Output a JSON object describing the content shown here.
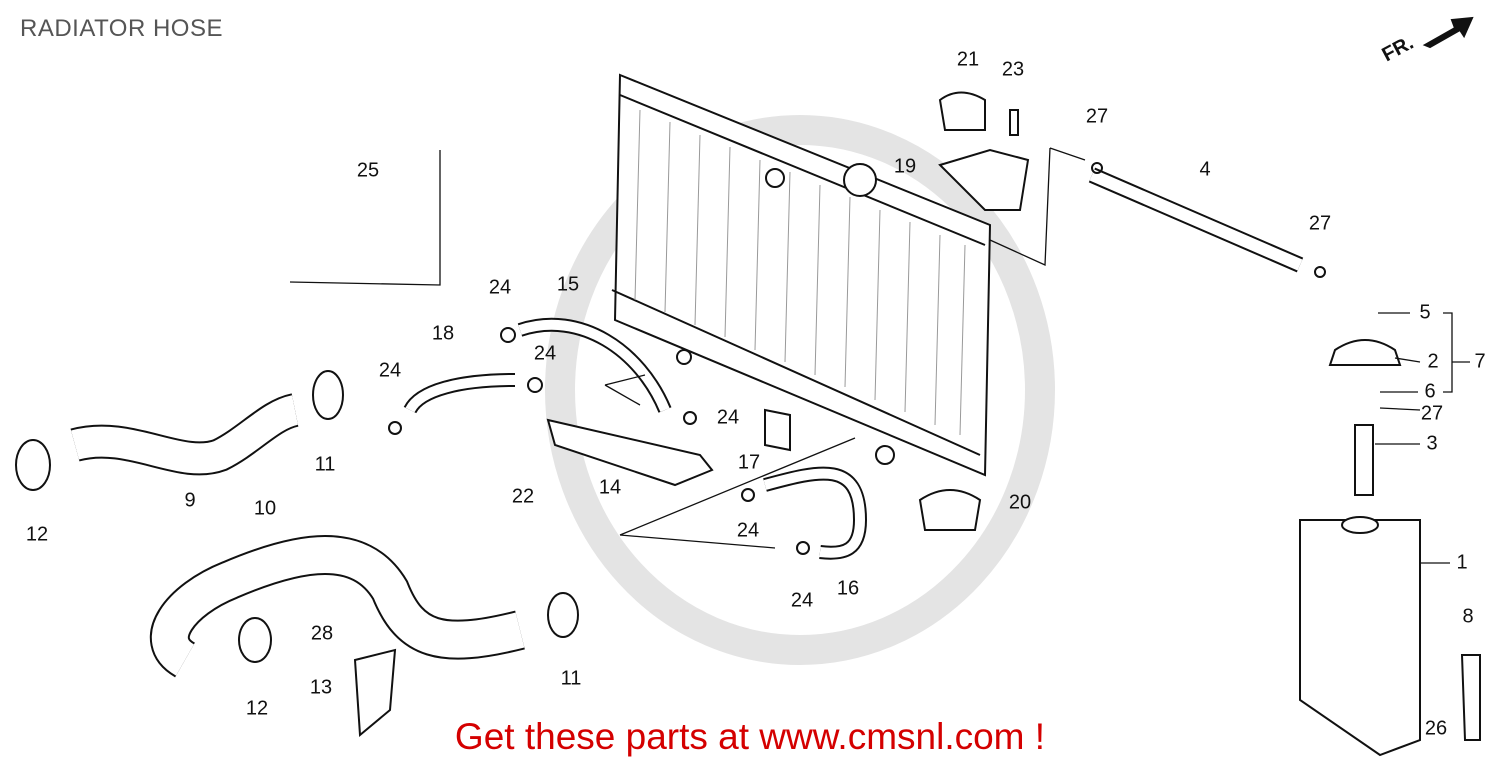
{
  "title": "RADIATOR HOSE",
  "direction_label": "FR.",
  "footer": "Get these parts at www.cmsnl.com !",
  "footer_color": "#d40000",
  "callouts": [
    {
      "id": "c21",
      "text": "21"
    },
    {
      "id": "c23",
      "text": "23"
    },
    {
      "id": "c27a",
      "text": "27"
    },
    {
      "id": "c4",
      "text": "4"
    },
    {
      "id": "c27b",
      "text": "27"
    },
    {
      "id": "c25",
      "text": "25"
    },
    {
      "id": "c19",
      "text": "19"
    },
    {
      "id": "c5",
      "text": "5"
    },
    {
      "id": "c2",
      "text": "2"
    },
    {
      "id": "c7",
      "text": "7"
    },
    {
      "id": "c6",
      "text": "6"
    },
    {
      "id": "c27c",
      "text": "27"
    },
    {
      "id": "c3",
      "text": "3"
    },
    {
      "id": "c24a",
      "text": "24"
    },
    {
      "id": "c15",
      "text": "15"
    },
    {
      "id": "c18",
      "text": "18"
    },
    {
      "id": "c24b",
      "text": "24"
    },
    {
      "id": "c24c",
      "text": "24"
    },
    {
      "id": "c24d",
      "text": "24"
    },
    {
      "id": "c11a",
      "text": "11"
    },
    {
      "id": "c9",
      "text": "9"
    },
    {
      "id": "c12a",
      "text": "12"
    },
    {
      "id": "c10",
      "text": "10"
    },
    {
      "id": "c17",
      "text": "17"
    },
    {
      "id": "c14",
      "text": "14"
    },
    {
      "id": "c22",
      "text": "22"
    },
    {
      "id": "c20",
      "text": "20"
    },
    {
      "id": "c24e",
      "text": "24"
    },
    {
      "id": "c16",
      "text": "16"
    },
    {
      "id": "c24f",
      "text": "24"
    },
    {
      "id": "c1",
      "text": "1"
    },
    {
      "id": "c8",
      "text": "8"
    },
    {
      "id": "c28",
      "text": "28"
    },
    {
      "id": "c13",
      "text": "13"
    },
    {
      "id": "c12b",
      "text": "12"
    },
    {
      "id": "c11b",
      "text": "11"
    },
    {
      "id": "c26",
      "text": "26"
    }
  ]
}
